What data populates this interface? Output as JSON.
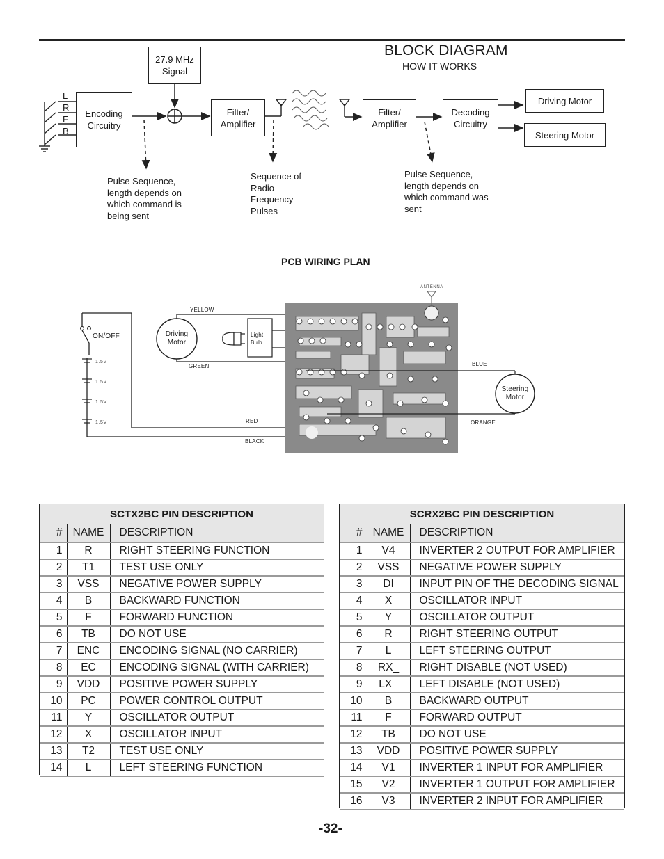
{
  "header": {
    "title": "BLOCK DIAGRAM",
    "subtitle": "HOW IT WORKS"
  },
  "block_diagram": {
    "switch_labels": [
      "L",
      "R",
      "F",
      "B"
    ],
    "signal_box": "27.9 MHz Signal",
    "encoding_box": "Encoding Circuitry",
    "tx_filter_box": "Filter/ Amplifier",
    "rx_filter_box": "Filter/ Amplifier",
    "decoding_box": "Decoding Circuitry",
    "driving_motor_box": "Driving Motor",
    "steering_motor_box": "Steering Motor",
    "note_tx_pulse": "Pulse Sequence, length depends on which command is being sent",
    "note_rf": "Sequence of Radio Frequency Pulses",
    "note_rx_pulse": "Pulse Sequence, length depends on which command was sent"
  },
  "pcb": {
    "title": "PCB WIRING PLAN",
    "on_off": "ON/OFF",
    "batteries": [
      "1.5V",
      "1.5V",
      "1.5V",
      "1.5V"
    ],
    "driving_motor": "Driving Motor",
    "steering_motor": "Steering Motor",
    "light_bulb": "Light Bulb",
    "antenna": "ANTENNA",
    "wires": {
      "yellow": "YELLOW",
      "green": "GREEN",
      "blue": "BLUE",
      "red": "RED",
      "orange": "ORANGE",
      "black": "BLACK"
    }
  },
  "tx_table": {
    "title": "SCTX2BC PIN DESCRIPTION",
    "columns": [
      "#",
      "NAME",
      "DESCRIPTION"
    ],
    "rows": [
      [
        "1",
        "R",
        "RIGHT STEERING FUNCTION"
      ],
      [
        "2",
        "T1",
        "TEST USE ONLY"
      ],
      [
        "3",
        "VSS",
        "NEGATIVE POWER SUPPLY"
      ],
      [
        "4",
        "B",
        "BACKWARD FUNCTION"
      ],
      [
        "5",
        "F",
        "FORWARD FUNCTION"
      ],
      [
        "6",
        "TB",
        "DO NOT USE"
      ],
      [
        "7",
        "ENC",
        "ENCODING SIGNAL (NO CARRIER)"
      ],
      [
        "8",
        "EC",
        "ENCODING SIGNAL (WITH CARRIER)"
      ],
      [
        "9",
        "VDD",
        "POSITIVE POWER SUPPLY"
      ],
      [
        "10",
        "PC",
        "POWER CONTROL OUTPUT"
      ],
      [
        "11",
        "Y",
        "OSCILLATOR OUTPUT"
      ],
      [
        "12",
        "X",
        "OSCILLATOR INPUT"
      ],
      [
        "13",
        "T2",
        "TEST USE ONLY"
      ],
      [
        "14",
        "L",
        "LEFT STEERING FUNCTION"
      ]
    ]
  },
  "rx_table": {
    "title": "SCRX2BC PIN DESCRIPTION",
    "columns": [
      "#",
      "NAME",
      "DESCRIPTION"
    ],
    "rows": [
      [
        "1",
        "V4",
        "INVERTER 2 OUTPUT FOR AMPLIFIER"
      ],
      [
        "2",
        "VSS",
        "NEGATIVE POWER SUPPLY"
      ],
      [
        "3",
        "DI",
        "INPUT PIN OF THE DECODING SIGNAL"
      ],
      [
        "4",
        "X",
        "OSCILLATOR INPUT"
      ],
      [
        "5",
        "Y",
        "OSCILLATOR OUTPUT"
      ],
      [
        "6",
        "R",
        "RIGHT STEERING OUTPUT"
      ],
      [
        "7",
        "L",
        "LEFT STEERING OUTPUT"
      ],
      [
        "8",
        "RX_",
        "RIGHT DISABLE (NOT USED)"
      ],
      [
        "9",
        "LX_",
        "LEFT DISABLE (NOT USED)"
      ],
      [
        "10",
        "B",
        "BACKWARD OUTPUT"
      ],
      [
        "11",
        "F",
        "FORWARD OUTPUT"
      ],
      [
        "12",
        "TB",
        "DO NOT USE"
      ],
      [
        "13",
        "VDD",
        "POSITIVE POWER SUPPLY"
      ],
      [
        "14",
        "V1",
        "INVERTER 1 INPUT FOR AMPLIFIER"
      ],
      [
        "15",
        "V2",
        "INVERTER 1 OUTPUT FOR AMPLIFIER"
      ],
      [
        "16",
        "V3",
        "INVERTER 2 INPUT FOR AMPLIFIER"
      ]
    ]
  },
  "footer": {
    "page_number": "-32-"
  }
}
